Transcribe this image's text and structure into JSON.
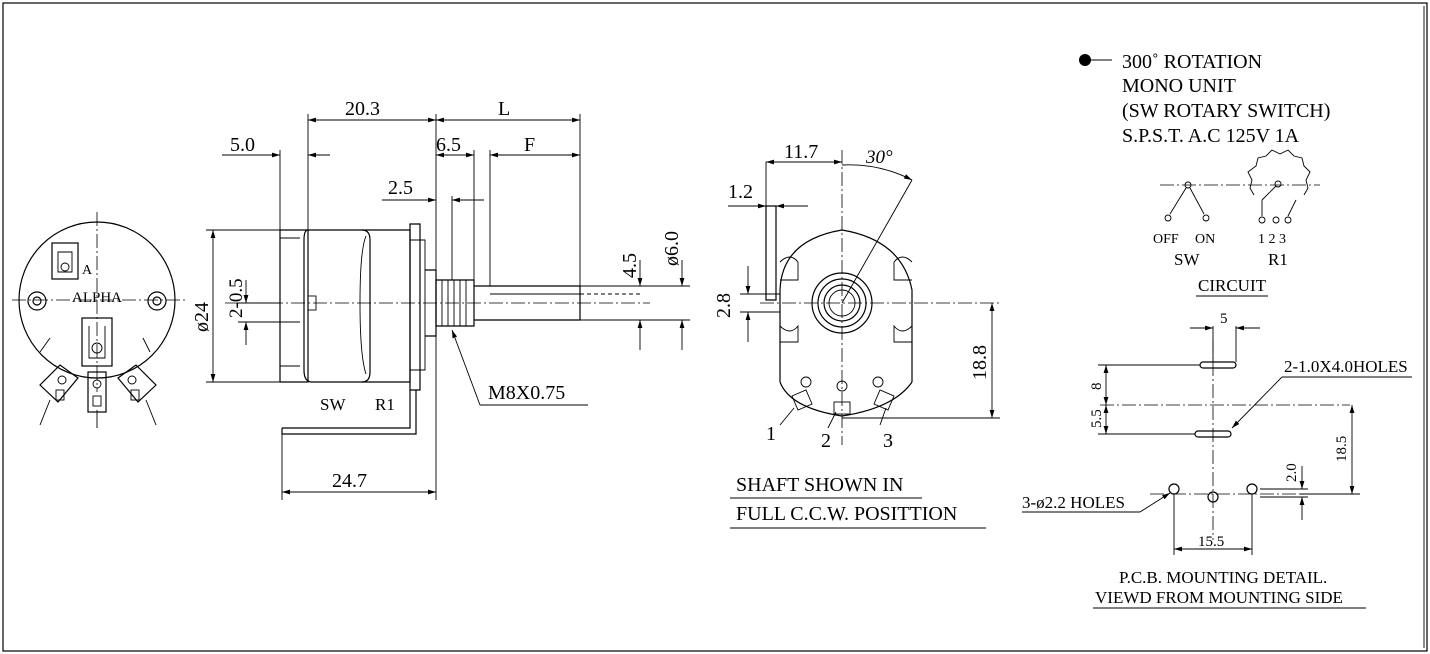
{
  "rear_view": {
    "label_a": "A",
    "label_alpha": "ALPHA"
  },
  "side_view": {
    "dim_5_0": "5.0",
    "dim_20_3": "20.3",
    "dim_L": "L",
    "dim_6_5": "6.5",
    "dim_F": "F",
    "dim_2_5": "2.5",
    "dim_2_0_5": "2-0.5",
    "dim_dia24": "ø24",
    "dim_4_5": "4.5",
    "dim_dia6": "ø6.0",
    "thread": "M8X0.75",
    "label_sw": "SW",
    "label_r1": "R1",
    "dim_24_7": "24.7"
  },
  "front_view": {
    "dim_11_7": "11.7",
    "dim_30": "30°",
    "dim_1_2": "1.2",
    "dim_2_8": "2.8",
    "dim_18_8": "18.8",
    "term_1": "1",
    "term_2": "2",
    "term_3": "3",
    "note_line1": "SHAFT SHOWN IN",
    "note_line2": "FULL C.C.W. POSITTION"
  },
  "spec_notes": {
    "line1": "300˚ ROTATION",
    "line2": "MONO UNIT",
    "line3": "(SW ROTARY SWITCH)",
    "line4": "S.P.S.T.   A.C 125V 1A"
  },
  "circuit": {
    "off": "OFF",
    "on": "ON",
    "sw": "SW",
    "pins": "1 2 3",
    "r1": "R1",
    "title": "CIRCUIT"
  },
  "pcb": {
    "dim_5": "5",
    "holes_slot": "2-1.0X4.0HOLES",
    "dim_8": "8",
    "dim_5_5": "5.5",
    "dim_18_5": "18.5",
    "dim_2_0": "2.0",
    "holes_round": "3-ø2.2  HOLES",
    "dim_15_5": "15.5",
    "title_line1": "P.C.B. MOUNTING DETAIL.",
    "title_line2": "VIEWD FROM MOUNTING SIDE"
  }
}
